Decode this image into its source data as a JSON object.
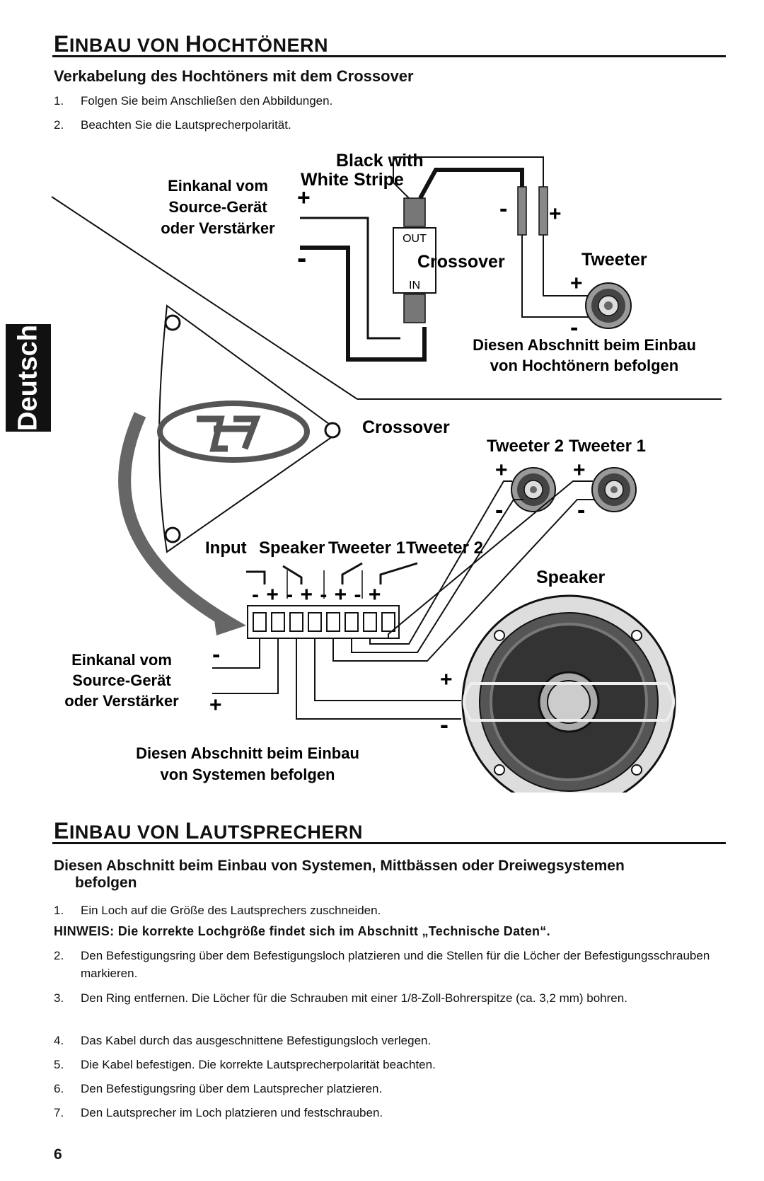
{
  "section1": {
    "title_cap1": "E",
    "title_rest1": "INBAU VON ",
    "title_cap2": "H",
    "title_rest2": "OCHTÖNERN",
    "subheading": "Verkabelung des Hochtöners mit dem Crossover",
    "steps": [
      {
        "num": "1.",
        "text": "Folgen Sie beim Anschließen den Abbildungen."
      },
      {
        "num": "2.",
        "text": "Beachten Sie die Lautsprecherpolarität."
      }
    ]
  },
  "side_tab": "Deutsch",
  "diagram_top": {
    "wire_label_line1": "Black with",
    "wire_label_line2": "White Stripe",
    "source_line1": "Einkanal vom",
    "source_line2": "Source-Gerät",
    "source_line3": "oder Verstärker",
    "plus": "+",
    "minus": "-",
    "out_label": "OUT",
    "in_label": "IN",
    "crossover_label": "Crossover",
    "tweeter_label": "Tweeter",
    "caption_line1": "Diesen Abschnitt beim Einbau",
    "caption_line2": "von Hochtönern befolgen"
  },
  "diagram_bottom": {
    "crossover_label": "Crossover",
    "tweeter2_label": "Tweeter 2",
    "tweeter1_label": "Tweeter 1",
    "terminal_labels": [
      "Input",
      "Speaker",
      "Tweeter 1",
      "Tweeter 2"
    ],
    "polarity_row": "- + - + - + - +",
    "speaker_label": "Speaker",
    "source_line1": "Einkanal vom",
    "source_line2": "Source-Gerät",
    "source_line3": "oder Verstärker",
    "plus": "+",
    "minus": "-",
    "caption_line1": "Diesen Abschnitt beim Einbau",
    "caption_line2": "von Systemen befolgen"
  },
  "section2": {
    "title_cap1": "E",
    "title_rest1": "INBAU VON ",
    "title_cap2": "L",
    "title_rest2": "AUTSPRECHERN",
    "subheading_line1": "Diesen Abschnitt beim Einbau von Systemen, Mittbässen oder Dreiwegsystemen",
    "subheading_line2": "befolgen",
    "step1": {
      "num": "1.",
      "text": "Ein Loch auf die Größe des Lautsprechers zuschneiden."
    },
    "note": "HINWEIS: Die korrekte Lochgröße findet sich im Abschnitt „Technische Daten“.",
    "steps": [
      {
        "num": "2.",
        "text": "Den Befestigungsring über dem Befestigungsloch platzieren und die Stellen für die Löcher der Befestigungsschrauben markieren."
      },
      {
        "num": "3.",
        "text": "Den Ring entfernen. Die Löcher für die Schrauben mit einer 1/8-Zoll-Bohrerspitze (ca. 3,2 mm) bohren."
      },
      {
        "num": "4.",
        "text": "Das Kabel durch das ausgeschnittene Befestigungsloch verlegen."
      },
      {
        "num": "5.",
        "text": "Die Kabel befestigen. Die korrekte Lautsprecherpolarität beachten."
      },
      {
        "num": "6.",
        "text": "Den Befestigungsring über dem Lautsprecher platzieren."
      },
      {
        "num": "7.",
        "text": "Den Lautsprecher im Loch platzieren und festschrauben."
      }
    ]
  },
  "page_number": "6"
}
